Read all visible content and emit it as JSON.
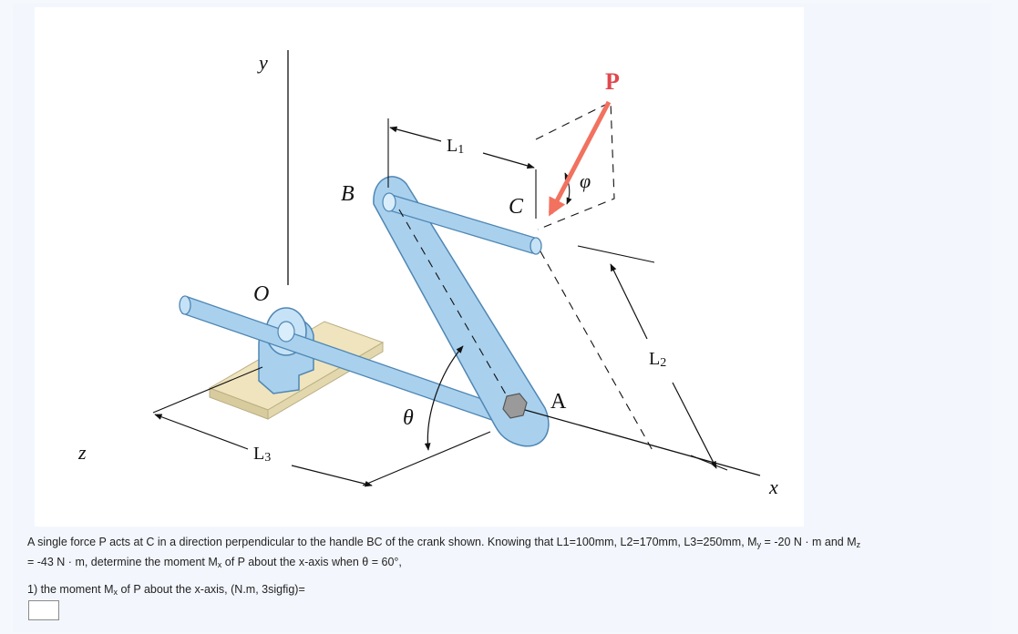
{
  "figure": {
    "labels": {
      "y": "y",
      "z": "z",
      "x": "x",
      "O": "O",
      "B": "B",
      "C": "C",
      "A": "A",
      "P": "P",
      "L1": "L",
      "L1_sub": "1",
      "L2": "L",
      "L2_sub": "2",
      "L3": "L",
      "L3_sub": "3",
      "theta": "θ",
      "phi": "φ"
    },
    "colors": {
      "rod": "#a9d1ee",
      "rod_edge": "#4f86b3",
      "force_arrow": "#f2715f",
      "force_label": "#e0484d",
      "base_plate": "#efe4bd",
      "bolt": "#9a9a9a"
    }
  },
  "question": {
    "line1_a": "A single force P acts at C in a direction perpendicular to the handle BC of the crank shown. Knowing that L1=100mm, L2=170mm, L3=250mm, M",
    "line1_sub_y": "y",
    "line1_b": " = -20 N · m and M",
    "line1_sub_z": "z",
    "line2_a": "= -43 N · m, determine the moment M",
    "line2_sub_x": "x",
    "line2_b": " of P about the x-axis when θ = 60°,",
    "part1_a": "1) the moment M",
    "part1_sub_x": "x",
    "part1_b": " of P about the x-axis, (N.m, 3sigfig)="
  },
  "answer": {
    "value": ""
  }
}
